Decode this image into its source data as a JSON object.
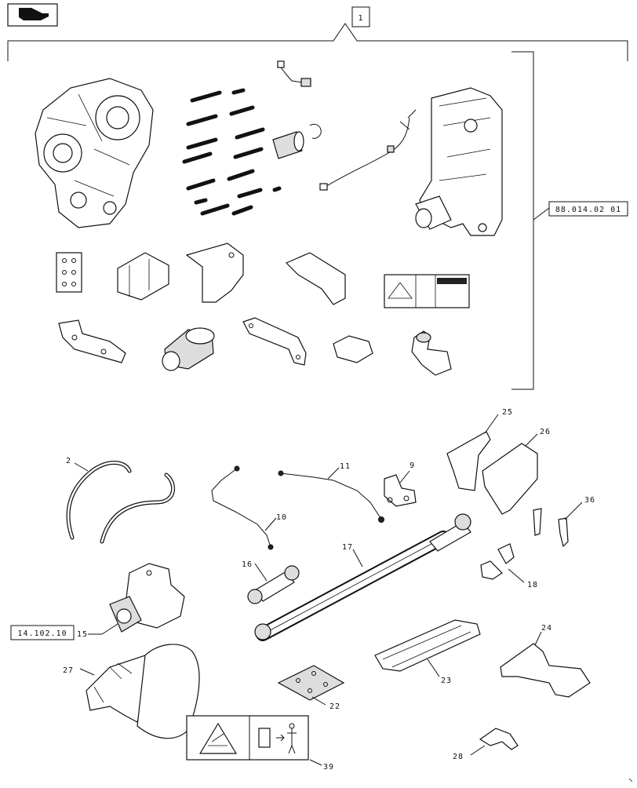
{
  "icons": {
    "nav": "page-forward-icon"
  },
  "assembly_label": "1",
  "references": [
    {
      "id": "ref-88-014-02-01",
      "text": "88.014.02 01"
    },
    {
      "id": "ref-14-102-10",
      "text": "14.102.10"
    }
  ],
  "callouts": {
    "c2": "2",
    "c9": "9",
    "c10": "10",
    "c11": "11",
    "c15": "15",
    "c16": "16",
    "c17": "17",
    "c18": "18",
    "c22": "22",
    "c23": "23",
    "c24": "24",
    "c25": "25",
    "c26": "26",
    "c27": "27",
    "c28": "28",
    "c36": "36",
    "c39": "39"
  }
}
